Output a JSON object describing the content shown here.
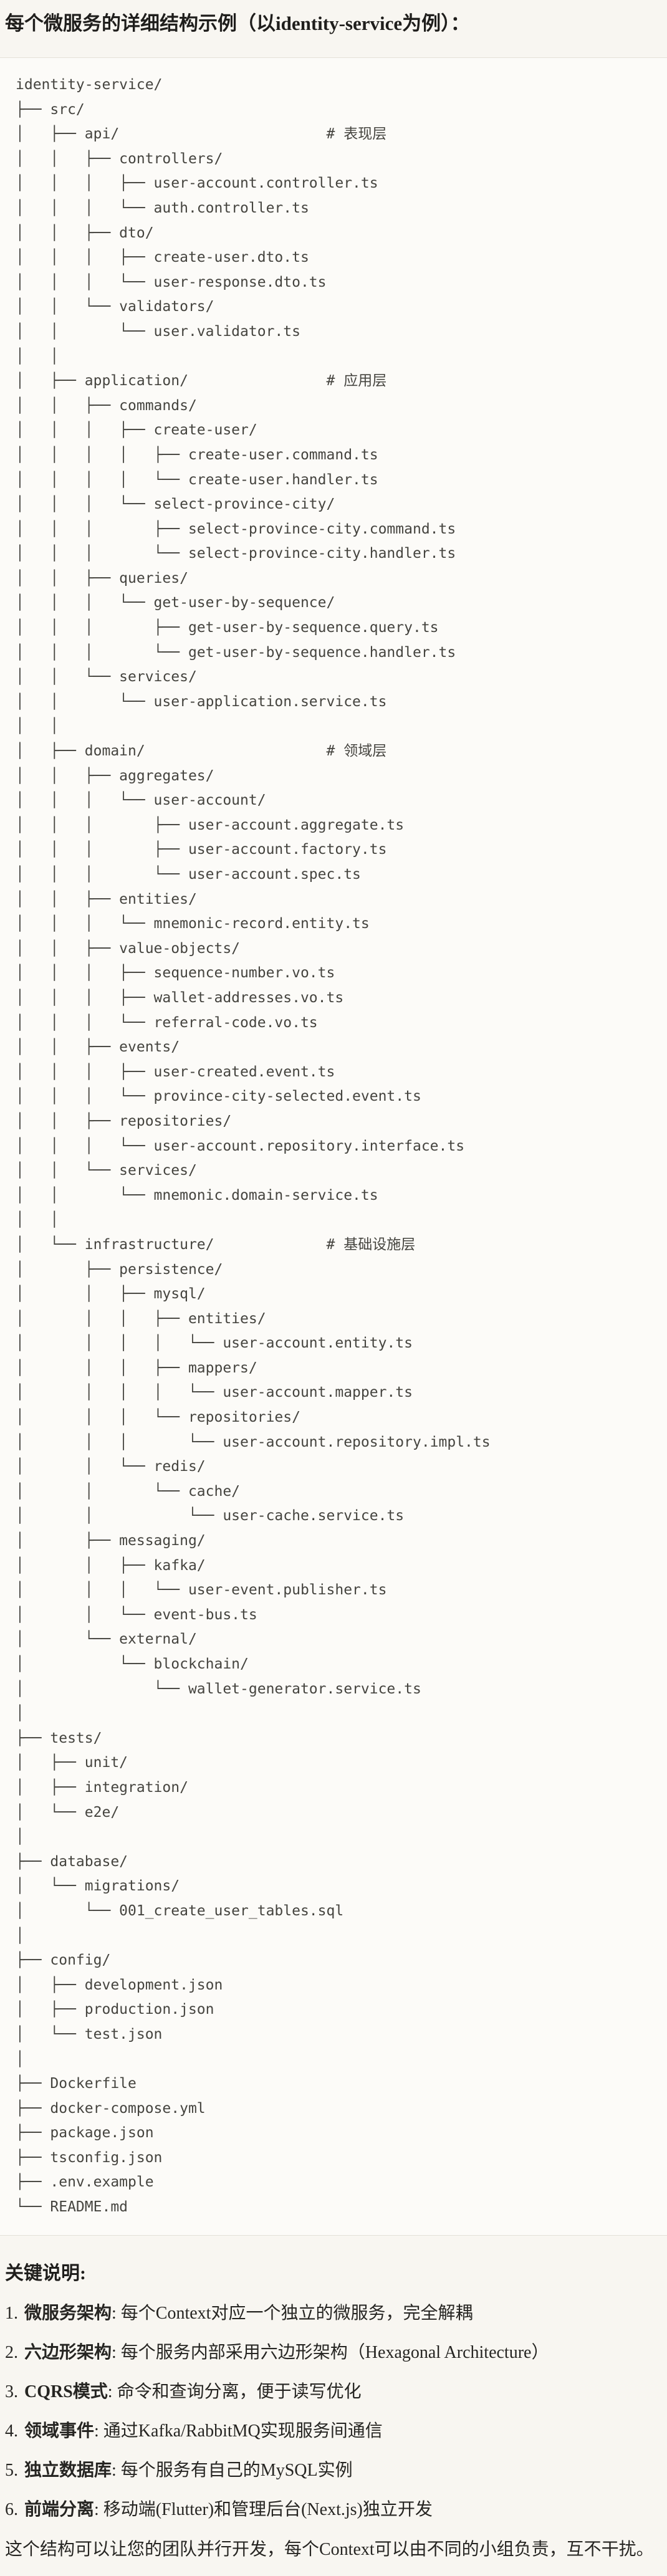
{
  "page": {
    "title": "每个微服务的详细结构示例（以identity-service为例）：",
    "colors": {
      "page_background": "#f8f6f1",
      "code_background": "#fcfbf8",
      "code_border": "#e4e1d8",
      "title_text": "#1f1e1c",
      "code_text": "#45443f",
      "body_text": "#262522"
    }
  },
  "code_block": {
    "language": "plaintext-tree",
    "lines": [
      "identity-service/",
      "├── src/",
      "│   ├── api/                        # 表现层",
      "│   │   ├── controllers/",
      "│   │   │   ├── user-account.controller.ts",
      "│   │   │   └── auth.controller.ts",
      "│   │   ├── dto/",
      "│   │   │   ├── create-user.dto.ts",
      "│   │   │   └── user-response.dto.ts",
      "│   │   └── validators/",
      "│   │       └── user.validator.ts",
      "│   │",
      "│   ├── application/                # 应用层",
      "│   │   ├── commands/",
      "│   │   │   ├── create-user/",
      "│   │   │   │   ├── create-user.command.ts",
      "│   │   │   │   └── create-user.handler.ts",
      "│   │   │   └── select-province-city/",
      "│   │   │       ├── select-province-city.command.ts",
      "│   │   │       └── select-province-city.handler.ts",
      "│   │   ├── queries/",
      "│   │   │   └── get-user-by-sequence/",
      "│   │   │       ├── get-user-by-sequence.query.ts",
      "│   │   │       └── get-user-by-sequence.handler.ts",
      "│   │   └── services/",
      "│   │       └── user-application.service.ts",
      "│   │",
      "│   ├── domain/                     # 领域层",
      "│   │   ├── aggregates/",
      "│   │   │   └── user-account/",
      "│   │   │       ├── user-account.aggregate.ts",
      "│   │   │       ├── user-account.factory.ts",
      "│   │   │       └── user-account.spec.ts",
      "│   │   ├── entities/",
      "│   │   │   └── mnemonic-record.entity.ts",
      "│   │   ├── value-objects/",
      "│   │   │   ├── sequence-number.vo.ts",
      "│   │   │   ├── wallet-addresses.vo.ts",
      "│   │   │   └── referral-code.vo.ts",
      "│   │   ├── events/",
      "│   │   │   ├── user-created.event.ts",
      "│   │   │   └── province-city-selected.event.ts",
      "│   │   ├── repositories/",
      "│   │   │   └── user-account.repository.interface.ts",
      "│   │   └── services/",
      "│   │       └── mnemonic.domain-service.ts",
      "│   │",
      "│   └── infrastructure/             # 基础设施层",
      "│       ├── persistence/",
      "│       │   ├── mysql/",
      "│       │   │   ├── entities/",
      "│       │   │   │   └── user-account.entity.ts",
      "│       │   │   ├── mappers/",
      "│       │   │   │   └── user-account.mapper.ts",
      "│       │   │   └── repositories/",
      "│       │   │       └── user-account.repository.impl.ts",
      "│       │   └── redis/",
      "│       │       └── cache/",
      "│       │           └── user-cache.service.ts",
      "│       ├── messaging/",
      "│       │   ├── kafka/",
      "│       │   │   └── user-event.publisher.ts",
      "│       │   └── event-bus.ts",
      "│       └── external/",
      "│           └── blockchain/",
      "│               └── wallet-generator.service.ts",
      "│",
      "├── tests/",
      "│   ├── unit/",
      "│   ├── integration/",
      "│   └── e2e/",
      "│",
      "├── database/",
      "│   └── migrations/",
      "│       └── 001_create_user_tables.sql",
      "│",
      "├── config/",
      "│   ├── development.json",
      "│   ├── production.json",
      "│   └── test.json",
      "│",
      "├── Dockerfile",
      "├── docker-compose.yml",
      "├── package.json",
      "├── tsconfig.json",
      "├── .env.example",
      "└── README.md"
    ]
  },
  "notes": {
    "heading": "关键说明:",
    "items": [
      {
        "num": "1.",
        "term": "微服务架构",
        "desc": ": 每个Context对应一个独立的微服务，完全解耦"
      },
      {
        "num": "2.",
        "term": "六边形架构",
        "desc": ": 每个服务内部采用六边形架构（Hexagonal Architecture）"
      },
      {
        "num": "3.",
        "term": "CQRS模式",
        "desc": ": 命令和查询分离，便于读写优化"
      },
      {
        "num": "4.",
        "term": "领域事件",
        "desc": ": 通过Kafka/RabbitMQ实现服务间通信"
      },
      {
        "num": "5.",
        "term": "独立数据库",
        "desc": ": 每个服务有自己的MySQL实例"
      },
      {
        "num": "6.",
        "term": "前端分离",
        "desc": ": 移动端(Flutter)和管理后台(Next.js)独立开发"
      }
    ],
    "footer": "这个结构可以让您的团队并行开发，每个Context可以由不同的小组负责，互不干扰。"
  }
}
